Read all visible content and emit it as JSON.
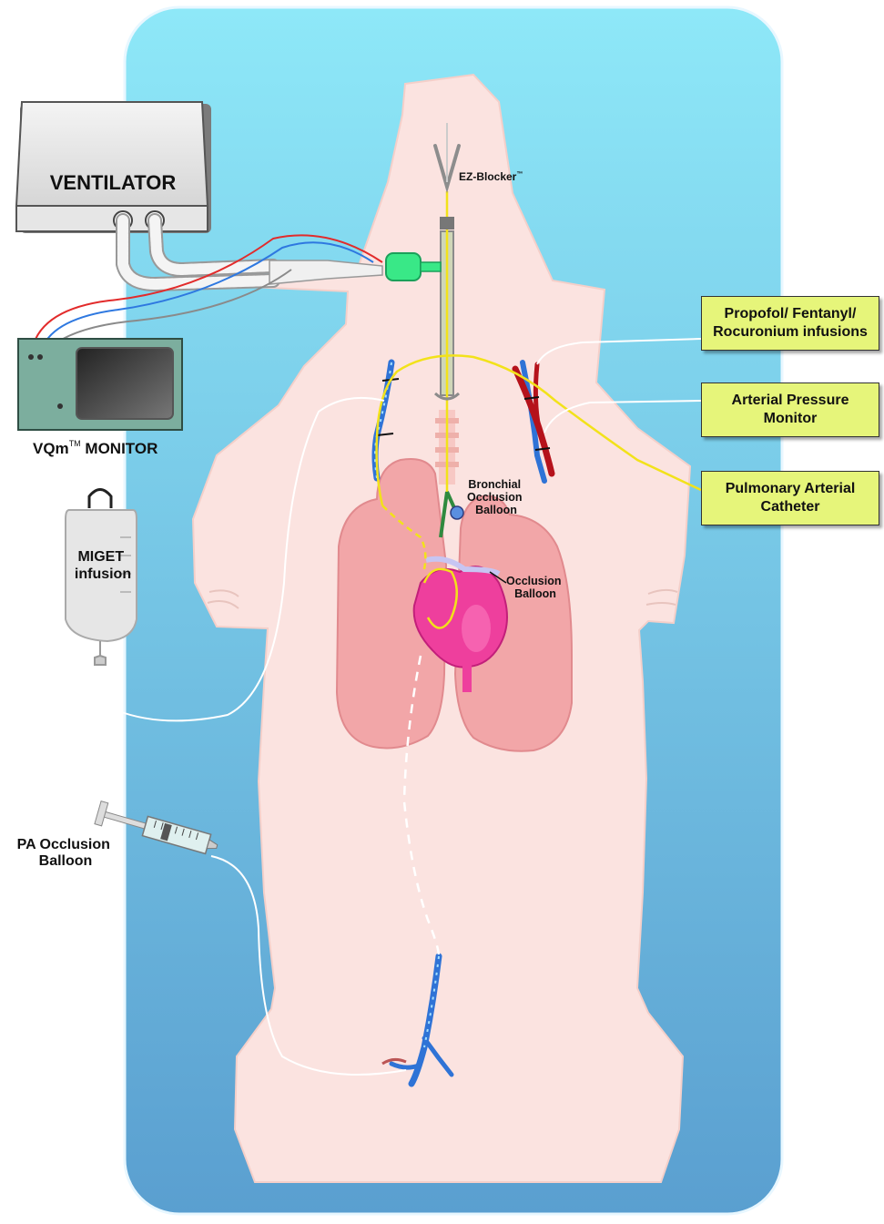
{
  "labels": {
    "ventilator": "VENTILATOR",
    "vqm_prefix": "VQm",
    "vqm_tm": "TM",
    "vqm_suffix": " MONITOR",
    "ez_blocker": "EZ-Blocker",
    "ez_tm": "™",
    "bronchial_1": "Bronchial",
    "bronchial_2": "Occlusion",
    "bronchial_3": "Balloon",
    "occlusion_1": "Occlusion",
    "occlusion_2": "Balloon",
    "miget_1": "MIGET",
    "miget_2": "infusion",
    "pa_1": "PA Occlusion",
    "pa_2": "Balloon",
    "infusions_box": "Propofol/ Fentanyl/\nRocuronium infusions",
    "arterial_box": "Arterial Pressure\nMonitor",
    "pulmonary_box": "Pulmonary Arterial\nCatheter"
  },
  "colors": {
    "table_top": "#8ee8f8",
    "table_bottom": "#5a9fd0",
    "skin": "#fbe3e0",
    "lung": "#f2a6a8",
    "heart": "#ee3f9d",
    "vein": "#2f73d6",
    "artery": "#b5121b",
    "catheter": "#f2e21a",
    "label_box": "#e6f57a"
  }
}
